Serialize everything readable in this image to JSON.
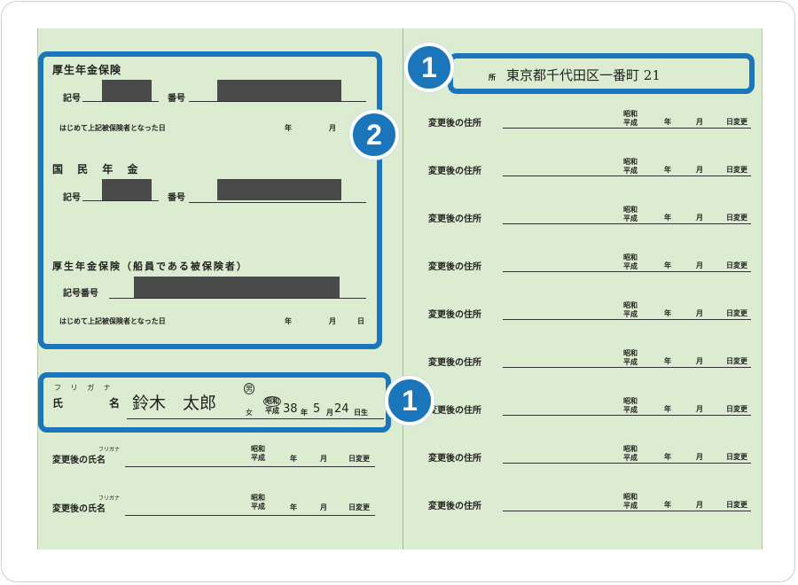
{
  "left_page": {
    "pension_title": "厚生年金保険",
    "kigo_label": "記号",
    "bango_label": "番号",
    "first_insured_label": "はじめて上記被保険者となった日",
    "year_label": "年",
    "month_label": "月",
    "day_label": "日",
    "national_title": "国 民 年 金",
    "seaman_title": "厚生年金保険（船員である被保険者）",
    "kigo_bango_label": "記号番号",
    "name_label_shi": "氏",
    "name_label_mei": "名",
    "furigana_small": "フ リ ガ ナ",
    "name_value": "鈴木　太郎",
    "gender_male": "男",
    "gender_female": "女",
    "era_showa": "昭和",
    "era_heisei": "平成",
    "birth_year": "38",
    "birth_month": "5",
    "birth_day": "24",
    "birth_suffix": "日生",
    "changed_name_label": "変更後の氏名",
    "furigana_tiny": "フリガナ",
    "change_date_suffix": "日変更"
  },
  "right_page": {
    "address_label": "所",
    "address_value": "東京都千代田区一番町 21",
    "changed_address_label": "変更後の住所",
    "era_showa": "昭和",
    "era_heisei": "平成",
    "year_label": "年",
    "month_label": "月",
    "change_date_suffix": "日変更"
  },
  "badges": {
    "one_a": "1",
    "two": "2",
    "one_b": "1"
  },
  "colors": {
    "page_bg": "#dcecd0",
    "highlight": "#1b75bb",
    "redaction": "#4a4a4a"
  }
}
